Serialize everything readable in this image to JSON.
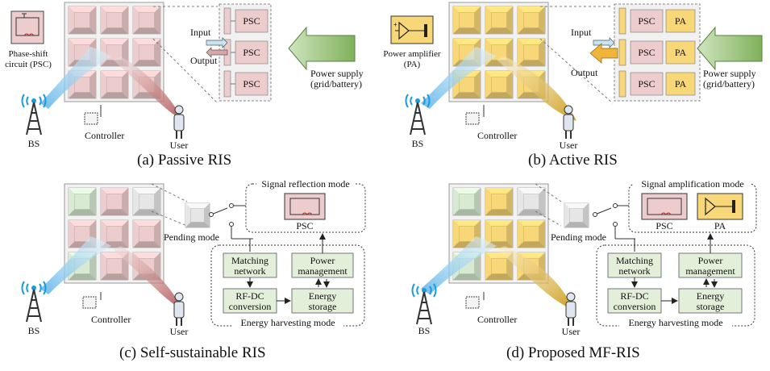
{
  "panels": {
    "a": {
      "caption": "(a) Passive RIS",
      "psc_label": "Phase-shift",
      "psc_label2": "circuit (PSC)",
      "input": "Input",
      "output": "Output",
      "power_supply": "Power supply",
      "power_supply2": "(grid/battery)",
      "psc": "PSC",
      "bs": "BS",
      "controller": "Controller",
      "user": "User"
    },
    "b": {
      "caption": "(b) Active RIS",
      "pa_label": "Power amplifier",
      "pa_label2": "(PA)",
      "input": "Input",
      "output": "Output",
      "power_supply": "Power supply",
      "power_supply2": "(grid/battery)",
      "psc": "PSC",
      "pa": "PA",
      "bs": "BS",
      "controller": "Controller",
      "user": "User"
    },
    "c": {
      "caption": "(c) Self-sustainable RIS",
      "mode_top": "Signal reflection mode",
      "psc": "PSC",
      "pending": "Pending mode",
      "matching": "Matching",
      "matching2": "network",
      "power_mgmt": "Power",
      "power_mgmt2": "management",
      "rfdc": "RF-DC",
      "rfdc2": "conversion",
      "storage": "Energy",
      "storage2": "storage",
      "mode_bottom": "Energy harvesting mode",
      "bs": "BS",
      "controller": "Controller",
      "user": "User"
    },
    "d": {
      "caption": "(d) Proposed MF-RIS",
      "mode_top": "Signal amplification mode",
      "psc": "PSC",
      "pa": "PA",
      "pending": "Pending mode",
      "matching": "Matching",
      "matching2": "network",
      "power_mgmt": "Power",
      "power_mgmt2": "management",
      "rfdc": "RF-DC",
      "rfdc2": "conversion",
      "storage": "Energy",
      "storage2": "storage",
      "mode_bottom": "Energy harvesting mode",
      "bs": "BS",
      "controller": "Controller",
      "user": "User"
    }
  },
  "colors": {
    "pink": "#eccccc",
    "yellow": "#f8d778",
    "green": "#d9ead3",
    "grey": "#e6e6e6",
    "blue_beam": "#7cc4ec",
    "red_beam": "#c06a6a",
    "gold_beam": "#d9a730",
    "bs_blue": "#1a9be0",
    "box_green": "#e3efd9"
  }
}
